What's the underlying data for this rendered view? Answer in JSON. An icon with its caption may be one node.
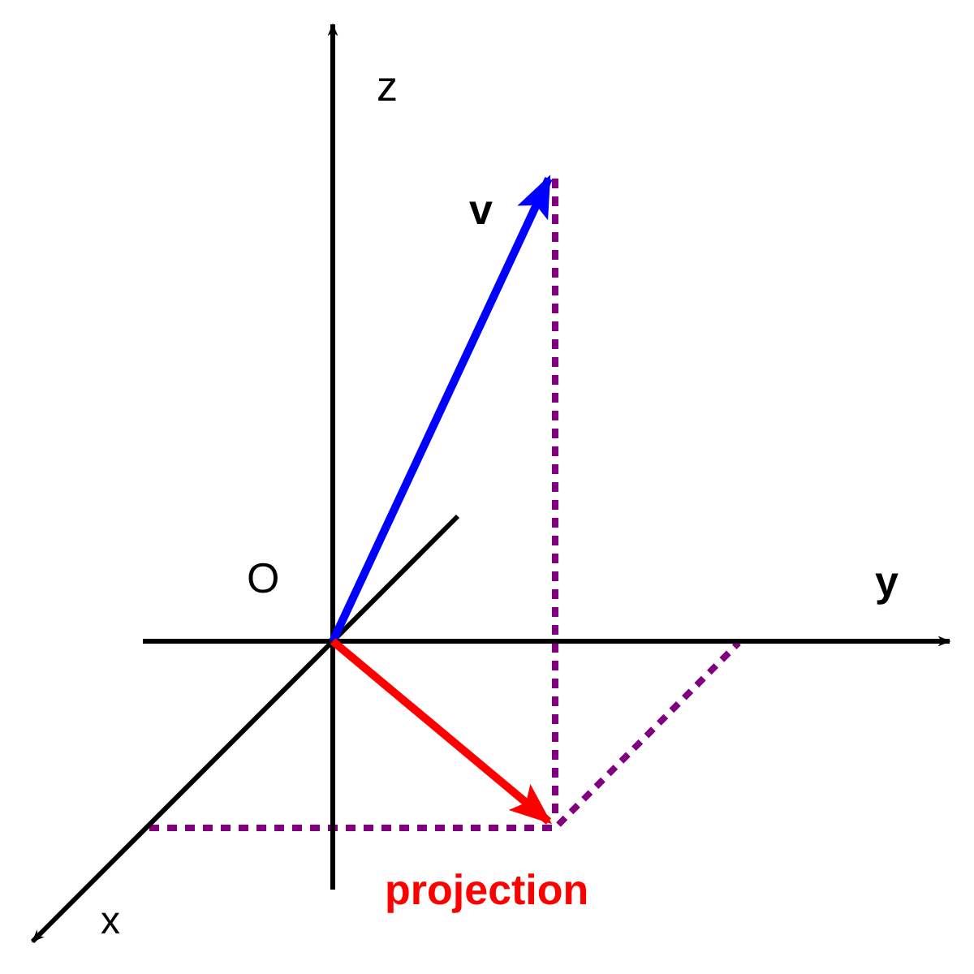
{
  "diagram": {
    "labels": [
      "z",
      "v",
      "O",
      "y",
      "projection",
      "x"
    ]
  }
}
